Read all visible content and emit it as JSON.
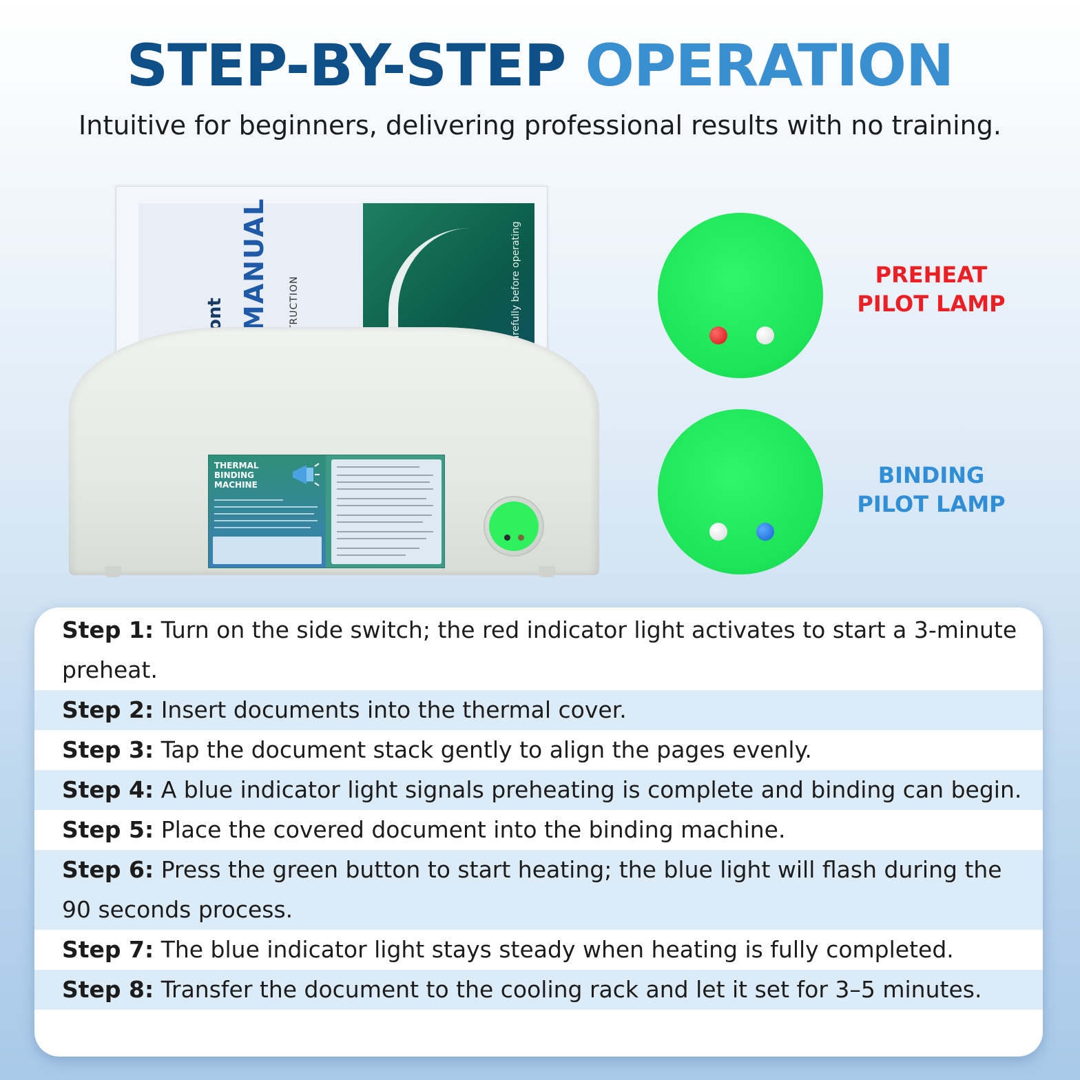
{
  "headline": {
    "part1": "STEP-BY-STEP",
    "part2": "OPERATION"
  },
  "subtitle": "Intuitive for beginners, delivering professional results with no training.",
  "machine": {
    "manual_text": "MANUAL",
    "brand_text": "ont",
    "instruction_text": "TRUCTION",
    "care_text": "carefully before operating",
    "label_title": "THERMAL BINDING MACHINE"
  },
  "lamps": {
    "preheat": {
      "line1": "PREHEAT",
      "line2": "PILOT LAMP",
      "color": "#ec1f24"
    },
    "binding": {
      "line1": "BINDING",
      "line2": "PILOT LAMP",
      "color": "#2f8ed6"
    }
  },
  "steps": [
    {
      "label": "Step 1:",
      "text": " Turn on the side switch; the red indicator light activates to start a 3-minute preheat."
    },
    {
      "label": "Step 2:",
      "text": " Insert documents into the thermal cover."
    },
    {
      "label": "Step 3:",
      "text": " Tap the document stack gently to align the pages evenly."
    },
    {
      "label": "Step 4:",
      "text": " A blue indicator light signals preheating is complete and binding can begin."
    },
    {
      "label": "Step 5:",
      "text": " Place the covered document into the binding machine."
    },
    {
      "label": "Step 6:",
      "text": " Press the green button to start heating; the blue light will flash during the 90 seconds process."
    },
    {
      "label": "Step 7:",
      "text": " The blue indicator light stays steady when heating is fully completed."
    },
    {
      "label": "Step 8:",
      "text": " Transfer the document to the cooling rack and let it set for 3–5 minutes."
    }
  ],
  "colors": {
    "dark_blue": "#0d4f86",
    "light_blue": "#3a8fd0",
    "lamp_green": "#1de358"
  }
}
